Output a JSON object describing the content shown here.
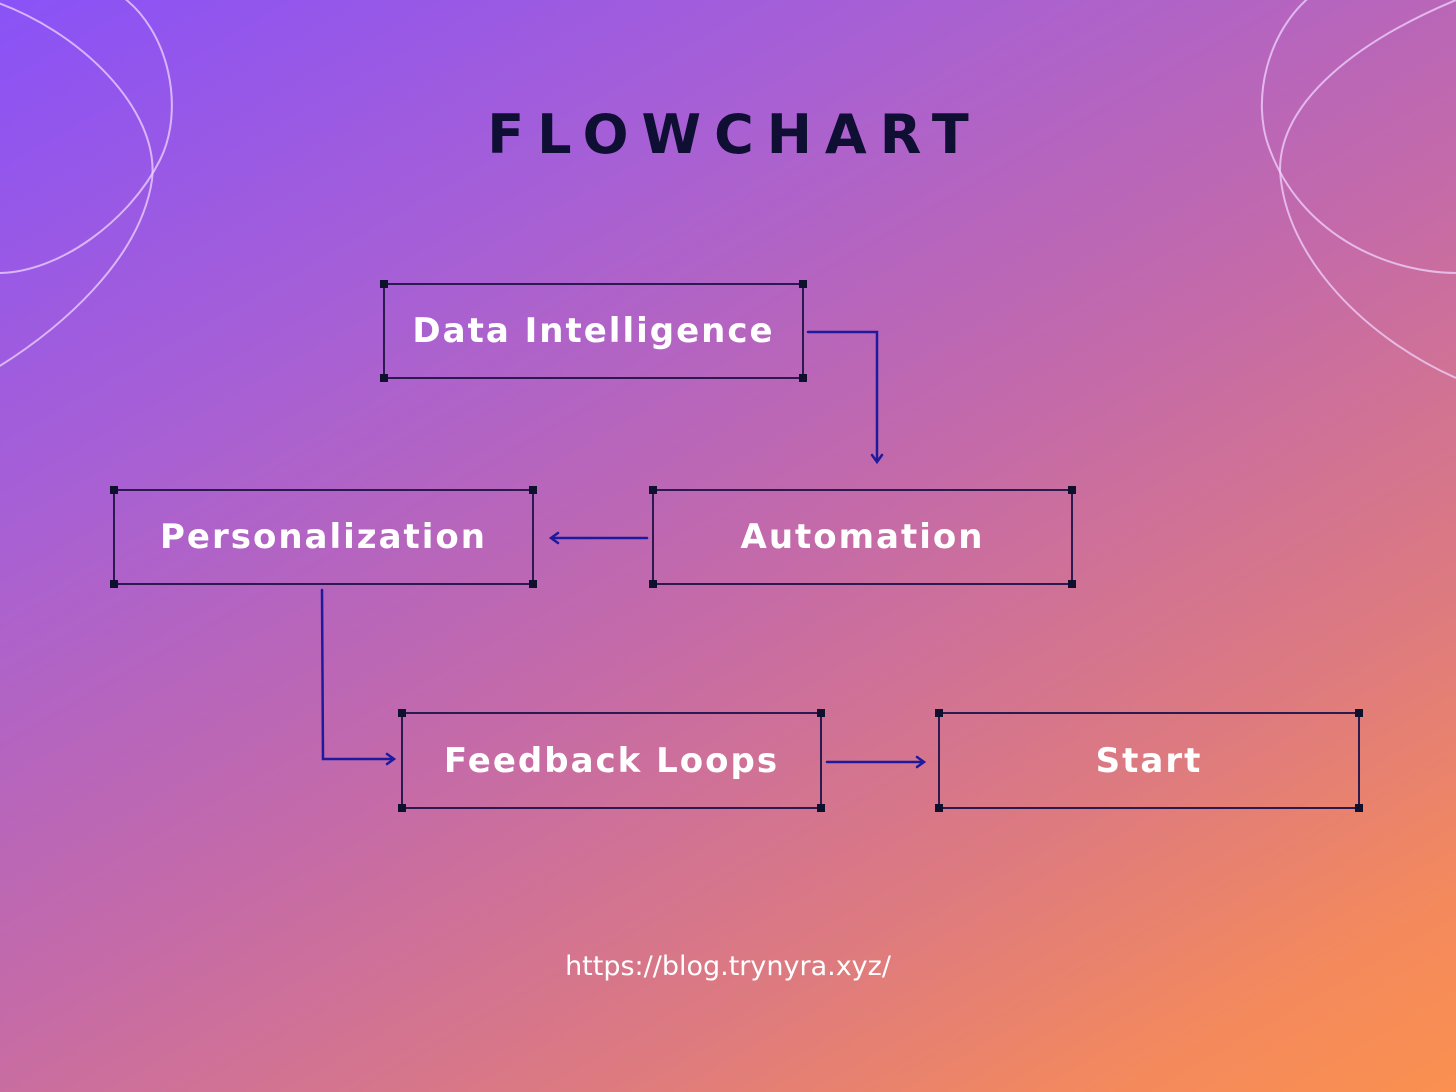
{
  "title": "FLOWCHART",
  "colors": {
    "gradient_start": "#8a52f7",
    "gradient_end": "#fb9050",
    "title_text": "#0e0f33",
    "node_border": "#2a1a4f",
    "connector": "#1e1a9c",
    "node_text": "#ffffff",
    "decoration_stroke": "#f0d4ff"
  },
  "nodes": [
    {
      "id": "data-intelligence",
      "label": "Data Intelligence"
    },
    {
      "id": "automation",
      "label": "Automation"
    },
    {
      "id": "personalization",
      "label": "Personalization"
    },
    {
      "id": "feedback-loops",
      "label": "Feedback Loops"
    },
    {
      "id": "start",
      "label": "Start"
    }
  ],
  "edges": [
    {
      "from": "Data Intelligence",
      "to": "Automation",
      "shape": "elbow-right-down"
    },
    {
      "from": "Automation",
      "to": "Personalization",
      "shape": "straight-left"
    },
    {
      "from": "Personalization",
      "to": "Feedback Loops",
      "shape": "elbow-down-right"
    },
    {
      "from": "Feedback Loops",
      "to": "Start",
      "shape": "straight-right"
    }
  ],
  "footer": {
    "url": "https://blog.trynyra.xyz/"
  }
}
